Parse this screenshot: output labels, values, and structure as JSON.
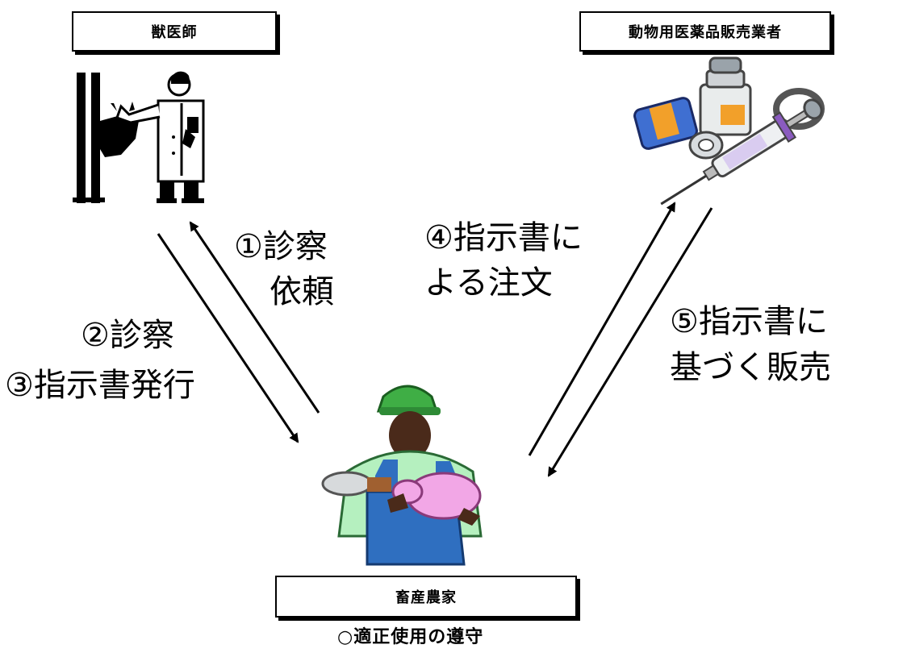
{
  "roles": {
    "vet": "獣医師",
    "seller": "動物用医薬品販売業者",
    "farmer": "畜産農家"
  },
  "steps": {
    "s1_line1": "①診察",
    "s1_line2": "依頼",
    "s2": "②診察",
    "s3": "③指示書発行",
    "s4_line1": "④指示書に",
    "s4_line2": "よる注文",
    "s5_line1": "⑤指示書に",
    "s5_line2": "基づく販売"
  },
  "farmer_note": "○適正使用の遵守",
  "icons": {
    "vet": "veterinarian-with-cow-icon",
    "seller": "medicine-bottles-syringe-icon",
    "farmer": "farmer-feeding-pig-icon"
  }
}
